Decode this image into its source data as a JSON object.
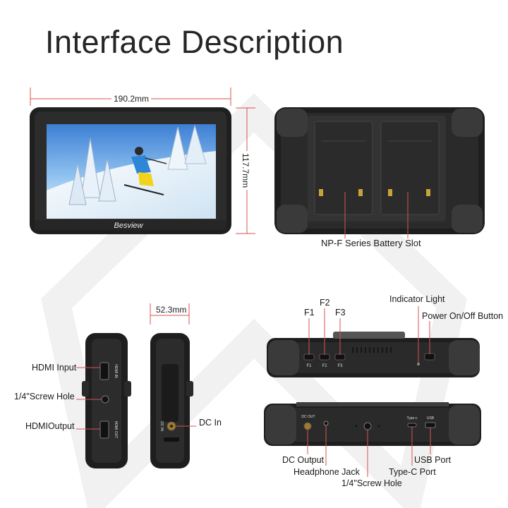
{
  "title": "Interface Description",
  "brand_logo": "Besview",
  "dimensions": {
    "width": "190.2mm",
    "height": "117.7mm",
    "depth": "52.3mm"
  },
  "labels": {
    "battery_slot": "NP-F Series Battery Slot",
    "hdmi_input": "HDMI Input",
    "screw_hole_side": "1/4\"Screw Hole",
    "hdmi_output": "HDMIOutput",
    "dc_in": "DC In",
    "f1": "F1",
    "f2": "F2",
    "f3": "F3",
    "indicator_light": "Indicator Light",
    "power_button": "Power On/Off Button",
    "dc_output": "DC Output",
    "headphone_jack": "Headphone Jack",
    "screw_hole_bottom": "1/4\"Screw Hole",
    "type_c_port": "Type-C Port",
    "usb_port": "USB Port"
  },
  "device_print": {
    "hdmi_in": "HDMI IN",
    "hdmi_out": "HDMI OUT",
    "dc_in": "DC IN",
    "dc_out": "DC OUT",
    "type_c": "Type-c",
    "usb": "USB",
    "f1": "F1",
    "f2": "F2",
    "f3": "F3"
  },
  "colors": {
    "device_body": "#2b2b2b",
    "device_edge": "#4a4a4a",
    "dimension_line": "#d9534f",
    "callout_line": "#d9534f",
    "title_text": "#262626"
  }
}
